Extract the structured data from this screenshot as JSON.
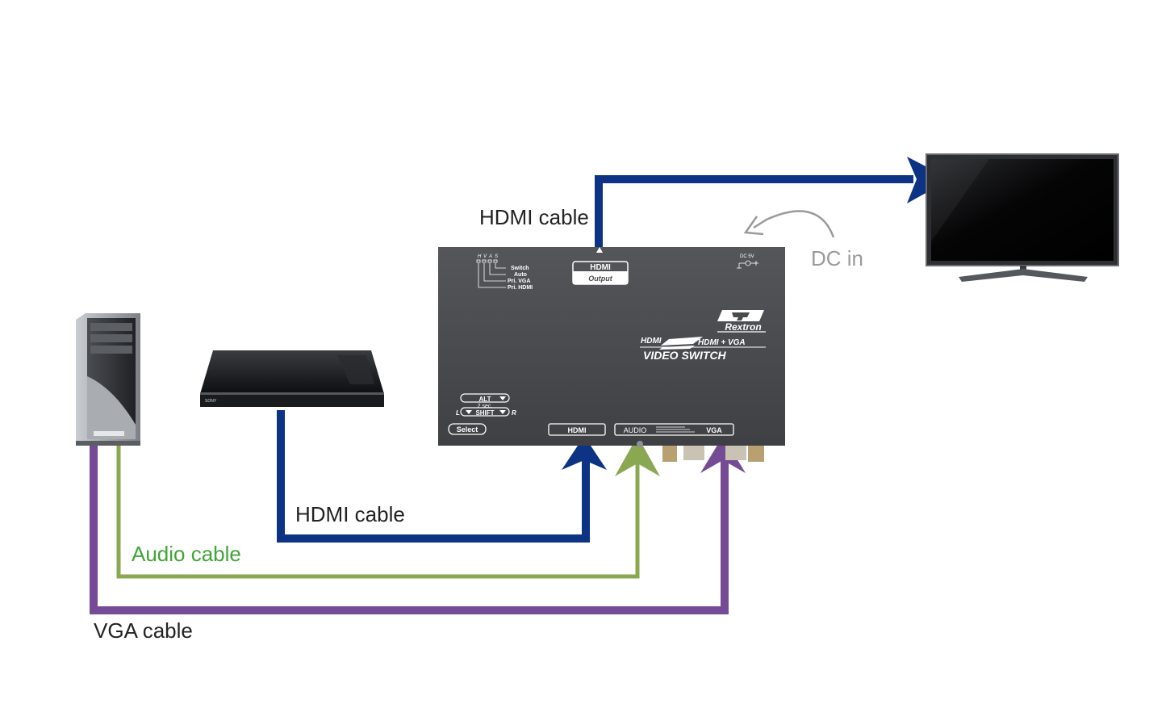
{
  "labels": {
    "hdmi_cable_top": "HDMI cable",
    "dc_in": "DC in",
    "hdmi_cable_bottom": "HDMI cable",
    "audio_cable": "Audio cable",
    "vga_cable": "VGA cable"
  },
  "switch_device": {
    "mode_letters": [
      "H",
      "V",
      "A",
      "S"
    ],
    "mode_list": [
      "Switch",
      "Auto",
      "Pri. VGA",
      "Pri. HDMI"
    ],
    "output_port_label": "HDMI",
    "output_port_sub": "Output",
    "dc_label": "DC 5V",
    "brand": "Rextron",
    "product_line_left": "HDMI",
    "product_line_right": "HDMI + VGA",
    "product_name": "VIDEO SWITCH",
    "alt_label": "ALT",
    "hold_label": "2 sec.",
    "shift_label": "SHIFT",
    "left_marker": "L",
    "right_marker": "R",
    "select_label": "Select",
    "input_hdmi_label": "HDMI",
    "input_audio_label": "AUDIO",
    "input_vga_label": "VGA"
  },
  "console_device": {
    "brand": "SONY"
  },
  "colors": {
    "hdmi_cable": "#0d3384",
    "audio_cable": "#8aa852",
    "vga_cable": "#744b94",
    "dc_in": "#9a9a9a",
    "label_text": "#222222",
    "audio_label_text": "#3fa535",
    "switch_body": "#4a4b4d",
    "switch_text": "#ffffff"
  }
}
